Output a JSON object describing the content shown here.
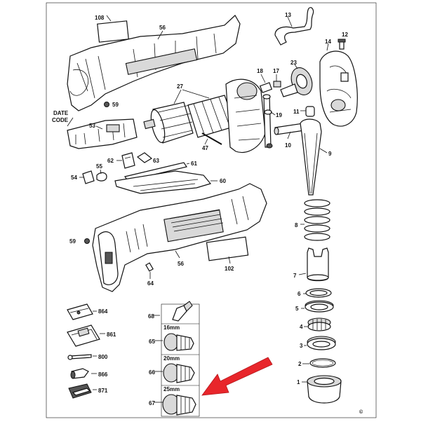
{
  "callouts": {
    "c108": "108",
    "c56a": "56",
    "c13": "13",
    "c12": "12",
    "c14": "14",
    "c23": "23",
    "c18": "18",
    "c17": "17",
    "c27": "27",
    "c59a": "59",
    "date_code": "DATE\nCODE",
    "c53": "53",
    "c19": "19",
    "c11": "11",
    "c47": "47",
    "c10": "10",
    "c9": "9",
    "c63": "63",
    "c62": "62",
    "c55": "55",
    "c61": "61",
    "c54": "54",
    "c60": "60",
    "c8": "8",
    "c59b": "59",
    "c7": "7",
    "c56b": "56",
    "c102": "102",
    "c64": "64",
    "c6": "6",
    "c5": "5",
    "c864": "864",
    "c68": "68",
    "c4": "4",
    "c861": "861",
    "c65": "65",
    "c3": "3",
    "c800": "800",
    "c2": "2",
    "c866": "866",
    "c66": "66",
    "c1": "1",
    "c871": "871",
    "c67": "67",
    "copyright": "©"
  },
  "sizes": {
    "s16": "16mm",
    "s20": "20mm",
    "s25": "25mm"
  },
  "colors": {
    "arrow": "#e8262b",
    "line": "#111111",
    "fill_gray": "#d9d9d9"
  },
  "icons": {
    "arrow": "red-pointer-arrow"
  }
}
